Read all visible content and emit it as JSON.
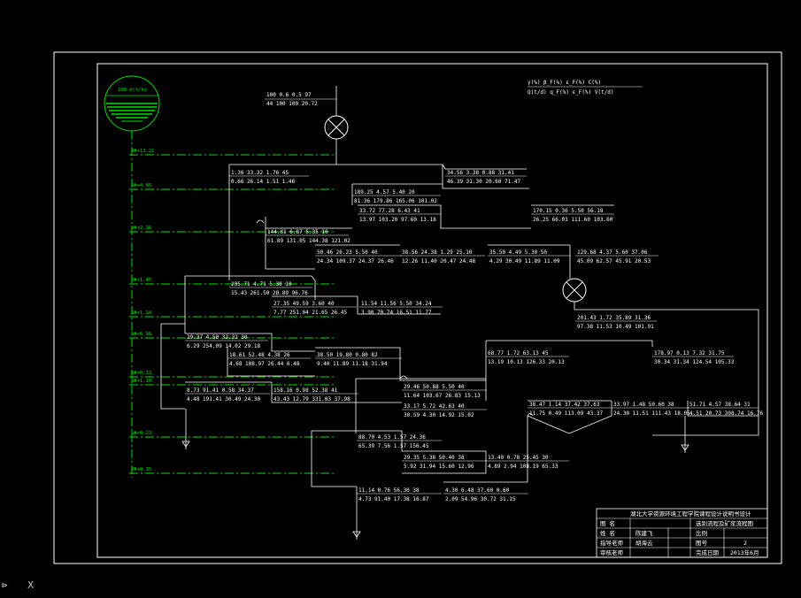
{
  "legend": {
    "row1": "γ(%)   β_F(%)   ε_F(%)   C(%)",
    "row2": "Q(t/d)  q_F(%)  ε_F(%)   V(t/d)"
  },
  "source_label": "100 m(t/h)",
  "feed_values": {
    "r1": "100  0.6  0.5  97",
    "r2": "44   100  100  20.72"
  },
  "levels": [
    "8#+13.21",
    "8#+4.45",
    "8#+2.16",
    "8#+1.45",
    "8#+1.14",
    "8#+6.96",
    "8#+0.33",
    "8#+1.10",
    "8#+0.23",
    "8#+0.15"
  ],
  "boxes": [
    {
      "r1": "1.36  33.32  1.76  45",
      "r2": "0.66  26.14  1.51  1.46"
    },
    {
      "r1": "34.56  3.38  0.88  31.41",
      "r2": "46.39  31.30  20.60  71.47"
    },
    {
      "r1": "189.25  4.57  5.40  20",
      "r2": "81.36  179.86  165.06  101.02"
    },
    {
      "r1": "33.72  77.28  6.43  41",
      "r2": "13.97  103.20  97.60  13.18"
    },
    {
      "r1": "170.15  0.36  5.50  56.18",
      "r2": "26.25  66.03  111.60  103.60"
    },
    {
      "r1": "144.81  6.87  5.35  10",
      "r2": "61.89  131.05  144.38  121.02"
    },
    {
      "r1": "50.46  26.23  5.50  40",
      "r2": "24.34  109.37  24.37  26.46"
    },
    {
      "r1": "38.56  24.38  1.29  25.10",
      "r2": "12.26  11.40  20.47  24.48"
    },
    {
      "r1": "35.50  4.49  5.30  50",
      "r2": "4.29  30.49  11.89  11.09"
    },
    {
      "r1": "129.68  4.37  5.60  37.06",
      "r2": "45.09  62.57  45.91  20.53"
    },
    {
      "r1": "205.71  4.71  5.30  10",
      "r2": "15.43  261.50  28.89  96.76"
    },
    {
      "r1": "27.35  49.59  3.60  40",
      "r2": "7.77  251.04  21.65  26.45"
    },
    {
      "r1": "11.54  11.56  5.50  34.24",
      "r2": "3.90  70.74  16.51  11.77"
    },
    {
      "r1": "201.43  1.72  35.89  31.36",
      "r2": "97.38  11.53  10.49  101.91"
    },
    {
      "r1": "29.37  4.50  32.32  30",
      "r2": "6.29  254.09  14.02  29.18"
    },
    {
      "r1": "18.61  52.48  4.38  26",
      "r2": "4.68  108.97  26.44  6.48"
    },
    {
      "r1": "38.50  19.80  0.80  82",
      "r2": "9.40  11.89  11.18  31.94"
    },
    {
      "r1": "68.77  1.72  63.13  45",
      "r2": "13.19  10.13  126.33  20.13"
    },
    {
      "r1": "178.97  0.13  7.32  31.75",
      "r2": "30.34  31.34  124.54  105.33"
    },
    {
      "r1": "29.46  50.88  5.50  40",
      "r2": "11.64  103.67  26.83  15.13"
    },
    {
      "r1": "8.73  91.41  0.58  34.37",
      "r2": "4.48  191.41  30.49  24.30"
    },
    {
      "r1": "158.16  0.98  52.38  41",
      "r2": "43.43  12.79  331.03  37.98"
    },
    {
      "r1": "33.17  5.72  42.63  40",
      "r2": "30.59  4.30  14.92  15.02"
    },
    {
      "r1": "38.47  1.14  37.42  37.63",
      "r2": "11.75  0.49  113.09  43.37"
    },
    {
      "r1": "33.97  1.48  50.60  38",
      "r2": "24.30  11.51  111.43  18.05"
    },
    {
      "r1": "51.71  4.57  38.64  31",
      "r2": "4.51  20.73  308.74  16.76"
    },
    {
      "r1": "88.70  4.53  1.57  24.36",
      "r2": "65.39  7.56  1.57  156.45"
    },
    {
      "r1": "29.35  5.38  50.40  38",
      "r2": "5.92  31.94  15.60  12.96"
    },
    {
      "r1": "13.40  0.78  25.45  30",
      "r2": "4.89  2.94  108.19  65.33"
    },
    {
      "r1": "11.14  0.76  56.30  38",
      "r2": "4.73  91.40  17.38  16.87"
    },
    {
      "r1": "4.30  6.48  37.60  0.60",
      "r2": "2.09  54.96  30.72  31.15"
    }
  ],
  "title_block": {
    "heading": "湖北大学资源环境工程学院课程设计说明书设计",
    "r1": [
      "图  名",
      "",
      "选别流程及矿浆流程图"
    ],
    "r2": [
      "姓  名",
      "陈建飞",
      "比例",
      ""
    ],
    "r3": [
      "指导老师",
      "胡海云",
      "图号",
      "2"
    ],
    "r4": [
      "审核老师",
      "",
      "完成日期",
      "2013年6月"
    ]
  },
  "command_bar": {
    "prompt": "⊳",
    "cross": "X"
  }
}
